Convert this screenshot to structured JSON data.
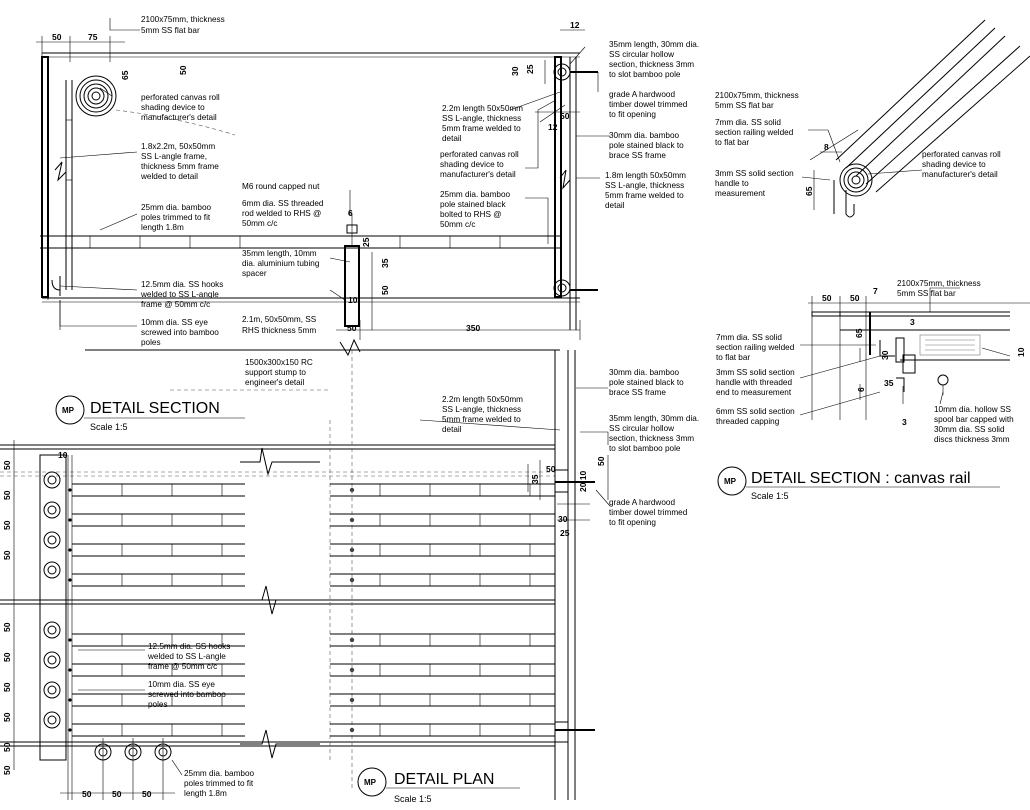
{
  "sections": {
    "detail_section": {
      "bubble": "MP",
      "title": "DETAIL SECTION",
      "scale": "Scale 1:5",
      "dims": [
        "50",
        "75",
        "50",
        "65",
        "6",
        "25",
        "35",
        "50",
        "10",
        "50",
        "350",
        "12",
        "30",
        "25",
        "12",
        "50"
      ],
      "labels": [
        "2100x75mm, thickness",
        "5mm SS flat bar",
        "perforated canvas roll",
        "shading device to",
        "manufacturer's detail",
        "1.8x2.2m, 50x50mm",
        "SS L-angle frame,",
        "thickness 5mm frame",
        "welded to detail",
        "M6 round capped nut",
        "6mm dia. SS threaded",
        "rod welded to RHS @",
        "50mm c/c",
        "25mm dia. bamboo",
        "poles trimmed to fit",
        "length 1.8m",
        "35mm length, 10mm",
        "dia. aluminium tubing",
        "spacer",
        "12.5mm dia. SS hooks",
        "welded to SS L-angle",
        "frame @ 50mm c/c",
        "2.1m, 50x50mm, SS",
        "RHS thickness 5mm",
        "10mm dia. SS eye",
        "screwed into bamboo",
        "poles",
        "1500x300x150 RC",
        "support stump to",
        "engineer's detail",
        "35mm length, 30mm dia.",
        "SS circular hollow",
        "section, thickness 3mm",
        "to slot bamboo pole",
        "grade A hardwood",
        "timber dowel trimmed",
        "to fit opening",
        "2.2m length 50x50mm",
        "SS L-angle, thickness",
        "5mm frame welded to",
        "detail",
        "30mm dia. bamboo",
        "pole stained black to",
        "brace SS frame",
        "perforated canvas roll",
        "shading device to",
        "manufacturer's detail",
        "1.8m length 50x50mm",
        "SS L-angle, thickness",
        "5mm frame welded to",
        "detail",
        "25mm dia. bamboo",
        "pole stained black",
        "bolted to RHS @",
        "50mm c/c"
      ]
    },
    "canvas_rail": {
      "bubble": "MP",
      "title": "DETAIL SECTION : canvas rail",
      "scale": "Scale 1:5",
      "dims": [
        "8",
        "65",
        "50",
        "50",
        "7",
        "3",
        "65",
        "30",
        "6",
        "35",
        "10",
        "3"
      ],
      "labels": [
        "2100x75mm, thickness",
        "5mm SS flat bar",
        "7mm dia. SS solid",
        "section railing welded",
        "to flat bar",
        "3mm SS solid section",
        "handle to",
        "measurement",
        "perforated canvas roll",
        "shading device to",
        "manufacturer's detail",
        "2100x75mm, thickness",
        "5mm SS flat bar",
        "7mm dia. SS solid",
        "section railing welded",
        "to flat bar",
        "3mm SS solid section",
        "handle with threaded",
        "end to measurement",
        "6mm SS solid section",
        "threaded capping",
        "10mm dia. hollow SS",
        "spool bar capped with",
        "30mm dia. SS solid",
        "discs thickness 3mm"
      ]
    },
    "detail_plan": {
      "bubble": "MP",
      "title": "DETAIL PLAN",
      "scale": "Scale 1:5",
      "dims": [
        "10",
        "50",
        "50",
        "50",
        "50",
        "50",
        "50",
        "50",
        "50",
        "50",
        "50",
        "50",
        "50",
        "50",
        "50",
        "50",
        "20 10",
        "35",
        "30",
        "25"
      ],
      "labels": [
        "30mm dia. bamboo",
        "pole stained black to",
        "brace SS frame",
        "2.2m length 50x50mm",
        "SS L-angle, thickness",
        "5mm frame welded to",
        "detail",
        "35mm length, 30mm dia.",
        "SS circular hollow",
        "section, thickness 3mm",
        "to slot bamboo pole",
        "grade A hardwood",
        "timber dowel trimmed",
        "to fit opening",
        "12.5mm dia. SS hooks",
        "welded to SS L-angle",
        "frame @ 50mm c/c",
        "10mm dia. SS eye",
        "screwed into bamboo",
        "poles",
        "25mm dia. bamboo",
        "poles trimmed to fit",
        "length 1.8m"
      ]
    }
  }
}
